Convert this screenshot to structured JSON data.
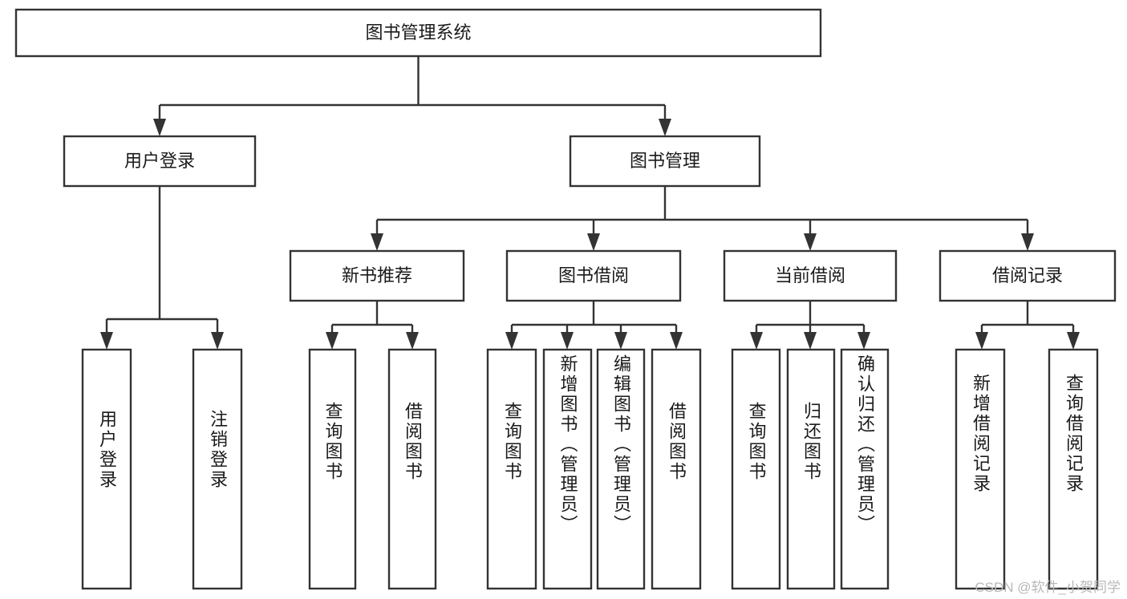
{
  "diagram": {
    "type": "tree-hierarchy",
    "title": "图书管理系统",
    "watermark": "CSDN @软件_小贺同学",
    "colors": {
      "box_stroke": "#333333",
      "box_fill": "#ffffff",
      "text": "#1a1a1a",
      "connector": "#333333",
      "background": "#ffffff",
      "watermark": "#b8b8b8"
    },
    "levels": {
      "root": {
        "label": "图书管理系统"
      },
      "level2": [
        {
          "label": "用户登录"
        },
        {
          "label": "图书管理"
        }
      ],
      "level3": [
        {
          "label": "新书推荐"
        },
        {
          "label": "图书借阅"
        },
        {
          "label": "当前借阅"
        },
        {
          "label": "借阅记录"
        }
      ]
    },
    "leaves": {
      "user_login": [
        {
          "label": "用户登录"
        },
        {
          "label": "注销登录"
        }
      ],
      "new_book_recommend": [
        {
          "label": "查询图书"
        },
        {
          "label": "借阅图书"
        }
      ],
      "book_borrow": [
        {
          "label": "查询图书"
        },
        {
          "label": "新增图书（管理员）"
        },
        {
          "label": "编辑图书（管理员）"
        },
        {
          "label": "借阅图书"
        }
      ],
      "current_borrow": [
        {
          "label": "查询图书"
        },
        {
          "label": "归还图书"
        },
        {
          "label": "确认归还（管理员）"
        }
      ],
      "borrow_record": [
        {
          "label": "新增借阅记录"
        },
        {
          "label": "查询借阅记录"
        }
      ]
    }
  }
}
